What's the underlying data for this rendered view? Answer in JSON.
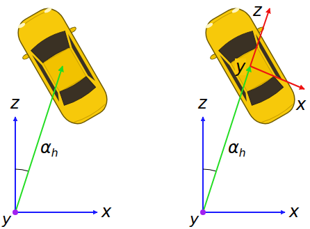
{
  "diagram": {
    "labels": [
      "z",
      "αh",
      "y",
      "x",
      "z",
      "x",
      "y",
      "z",
      "αh",
      "y",
      "x"
    ]
  }
}
